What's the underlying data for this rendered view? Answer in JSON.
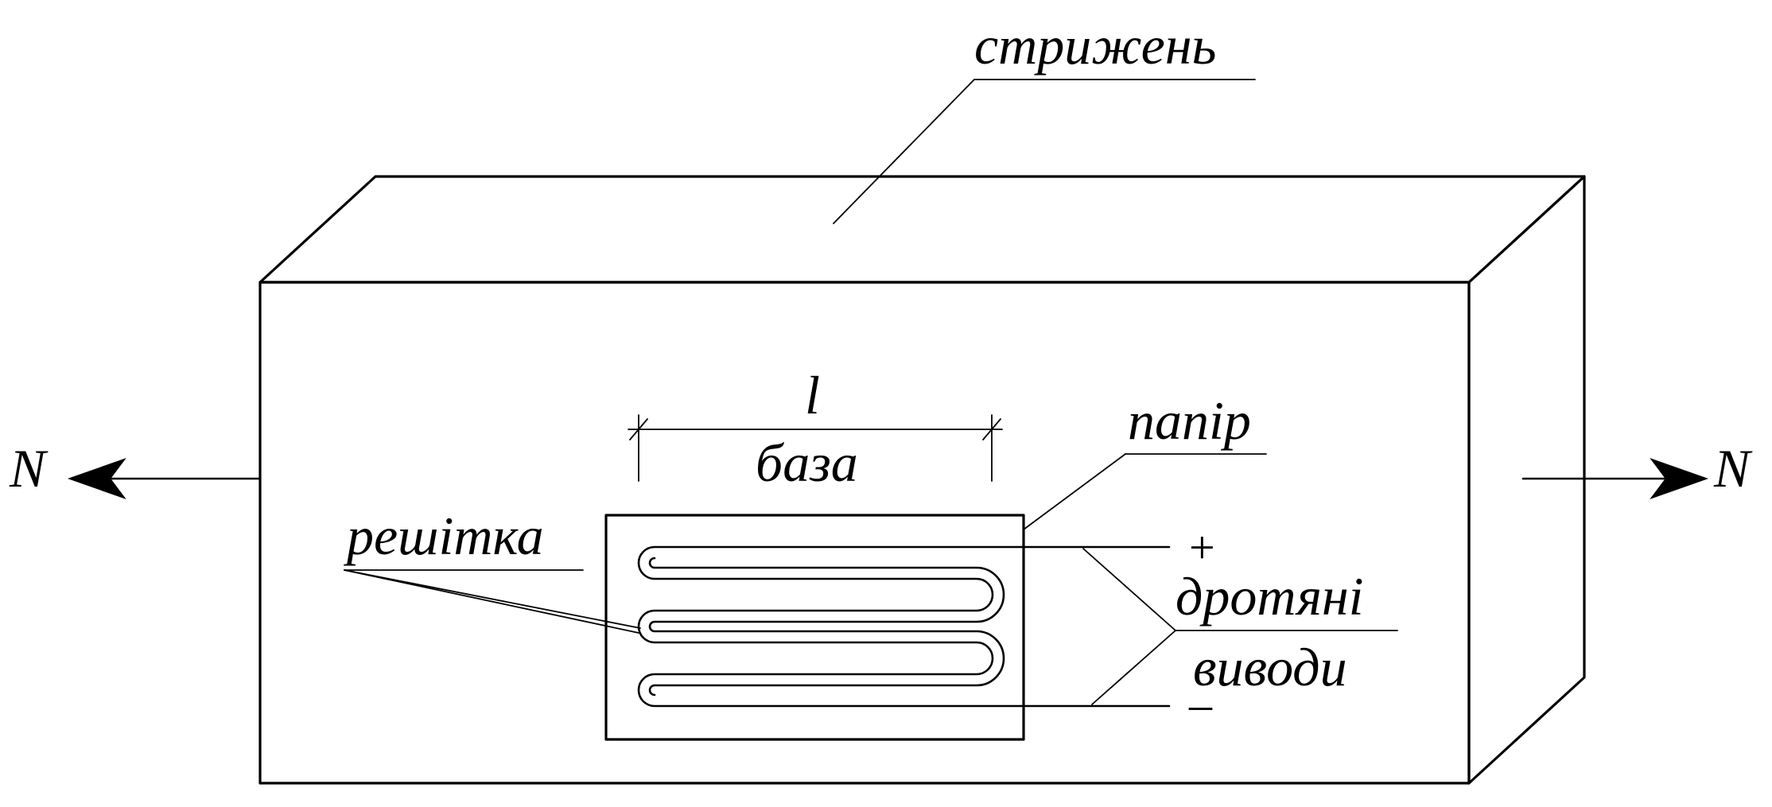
{
  "labels": {
    "rod": "стрижень",
    "paper": "папір",
    "grid": "решітка",
    "base_symbol": "l",
    "base": "база",
    "leads_line1": "дротяні",
    "leads_line2": "виводи",
    "plus": "+",
    "minus": "–",
    "force_left": "N",
    "force_right": "N"
  }
}
